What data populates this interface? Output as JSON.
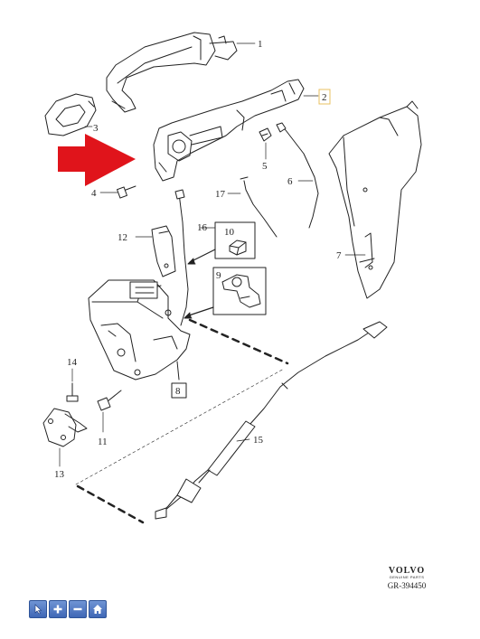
{
  "callouts": {
    "c1": "1",
    "c2": "2",
    "c3": "3",
    "c4": "4",
    "c5": "5",
    "c6": "6",
    "c7": "7",
    "c8": "8",
    "c9": "9",
    "c10": "10",
    "c11": "11",
    "c12": "12",
    "c13": "13",
    "c14": "14",
    "c15": "15",
    "c16": "16",
    "c17": "17"
  },
  "brand": {
    "logo": "VOLVO",
    "subtitle": "GENUINE PARTS",
    "code": "GR-394450"
  },
  "colors": {
    "arrow": "#e0141b",
    "highlight_box": "#e8c060",
    "line": "#222222",
    "toolbar": "#4a72c0"
  },
  "toolbar": {
    "buttons": [
      {
        "icon": "select-cursor-icon"
      },
      {
        "icon": "zoom-in-icon"
      },
      {
        "icon": "zoom-out-icon"
      },
      {
        "icon": "home-icon"
      }
    ]
  }
}
